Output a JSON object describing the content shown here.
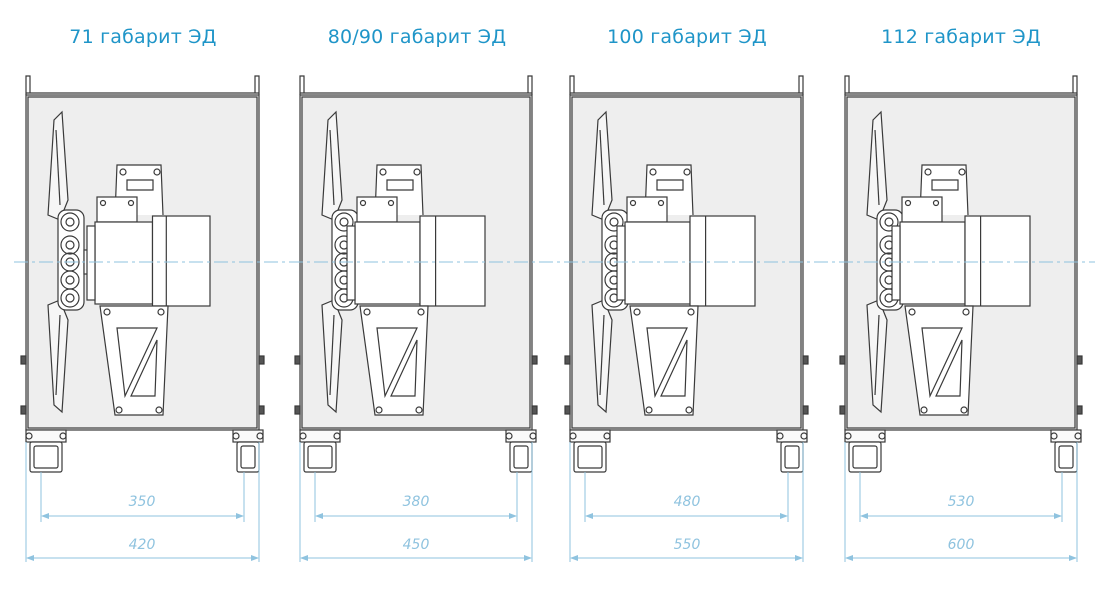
{
  "units": [
    {
      "title": "71 габарит ЭД",
      "dim_inner": "350",
      "dim_outer": "420"
    },
    {
      "title": "80/90 габарит ЭД",
      "dim_inner": "380",
      "dim_outer": "450"
    },
    {
      "title": "100 габарит ЭД",
      "dim_inner": "480",
      "dim_outer": "550"
    },
    {
      "title": "112 габарит ЭД",
      "dim_inner": "530",
      "dim_outer": "600"
    }
  ],
  "colors": {
    "title": "#1f95c8",
    "dimension": "#8fc3df",
    "outline": "#3a3a3a",
    "panel": "#eeeeee"
  }
}
